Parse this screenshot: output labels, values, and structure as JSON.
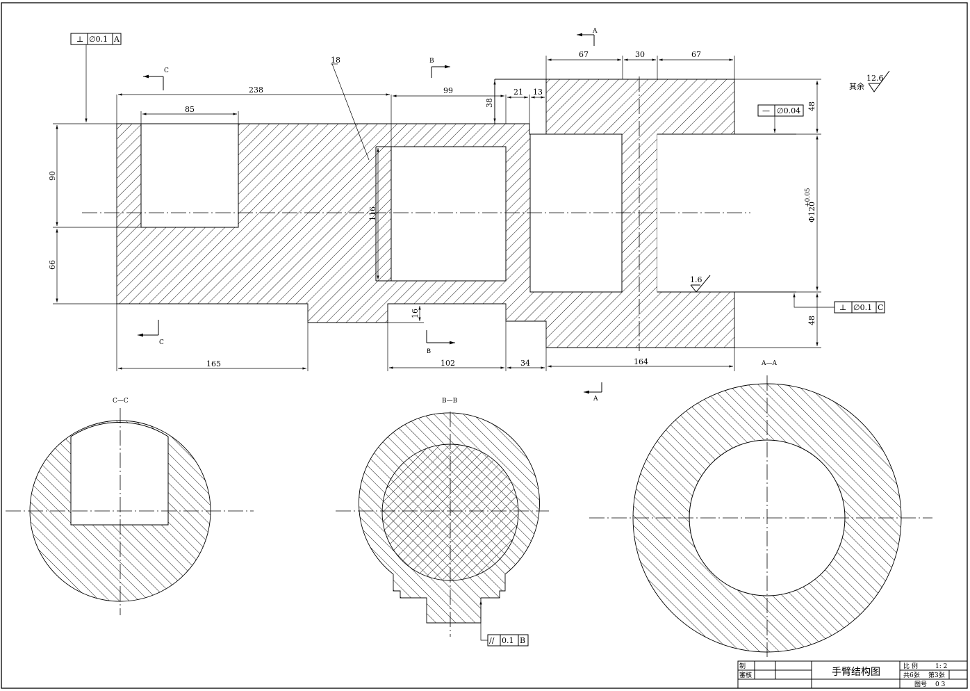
{
  "title_block": {
    "drawing_title": "手臂结构图",
    "row_made_by": "制",
    "row_checked_by": "審核",
    "scale_label": "比 例",
    "scale_value": "1: 2",
    "sheet_total": "共6张",
    "sheet_number": "第3张",
    "drawing_no_label": "图号",
    "drawing_no_value": "0 3"
  },
  "main_view": {
    "dimensions": {
      "d238": "238",
      "d85": "85",
      "d99": "99",
      "d38": "38",
      "d21": "21",
      "d13": "13",
      "d67a": "67",
      "d30": "30",
      "d67b": "67",
      "d48a": "48",
      "d48b": "48",
      "d90": "90",
      "d66": "66",
      "d116": "116",
      "d16": "16",
      "d165": "165",
      "d102": "102",
      "d34": "34",
      "d164": "164",
      "bore": "Φ120",
      "bore_tol": "+0.05"
    },
    "leader_label": "18",
    "surface_rest_label": "其余",
    "surface_rest_value": "12.6",
    "surface_bore_value": "1.6"
  },
  "tolerance_frames": {
    "top_left": {
      "symbol": "⊥",
      "value": "∅0.1",
      "datum": "A"
    },
    "right_top": {
      "symbol": "—",
      "value": "∅0.04"
    },
    "right_bottom": {
      "symbol": "⊥",
      "value": "∅0.1",
      "datum": "C"
    },
    "bottom_bb": {
      "symbol": "//",
      "value": "0.1",
      "datum": "B"
    }
  },
  "section_marks": {
    "a_top": "A",
    "a_bottom": "A",
    "b_top": "B",
    "b_bottom": "B",
    "c_top": "C",
    "c_bottom": "C"
  },
  "section_views": {
    "cc_title": "C—C",
    "bb_title": "B—B",
    "aa_title": "A—A"
  }
}
